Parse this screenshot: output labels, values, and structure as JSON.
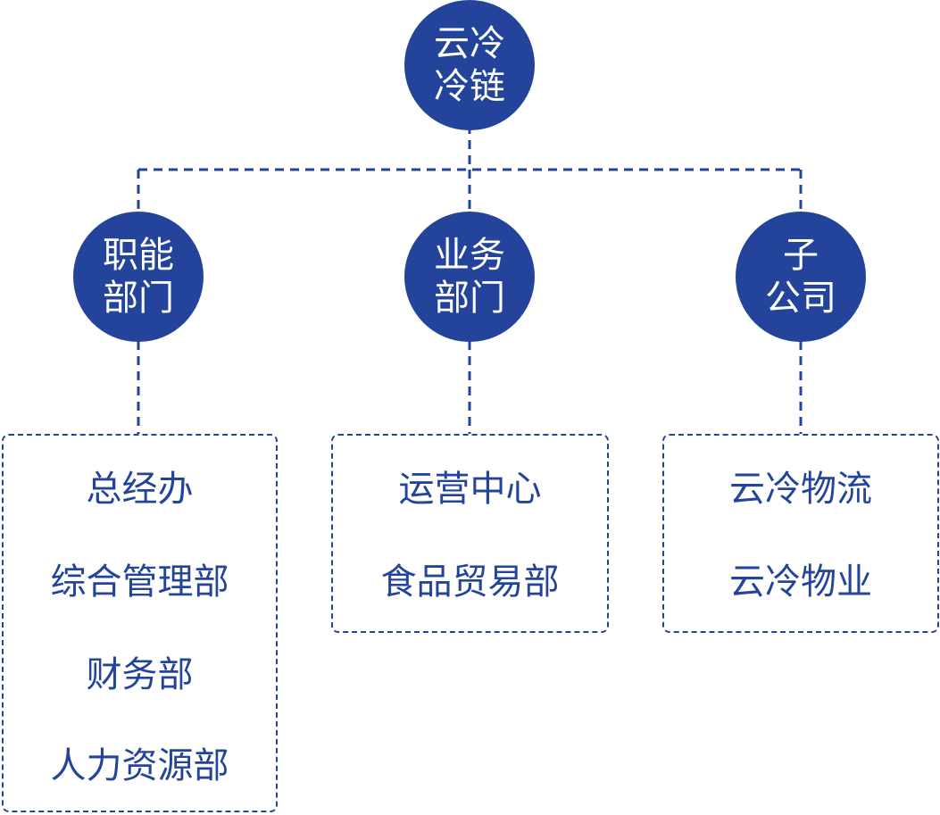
{
  "root": {
    "line1": "云冷",
    "line2": "冷链"
  },
  "branches": [
    {
      "line1": "职能",
      "line2": "部门",
      "items": [
        "总经办",
        "综合管理部",
        "财务部",
        "人力资源部"
      ]
    },
    {
      "line1": "业务",
      "line2": "部门",
      "items": [
        "运营中心",
        "食品贸易部"
      ]
    },
    {
      "line1": "子",
      "line2": "公司",
      "items": [
        "云冷物流",
        "云冷物业"
      ]
    }
  ],
  "colors": {
    "accent": "#23449a",
    "background": "#ffffff"
  }
}
